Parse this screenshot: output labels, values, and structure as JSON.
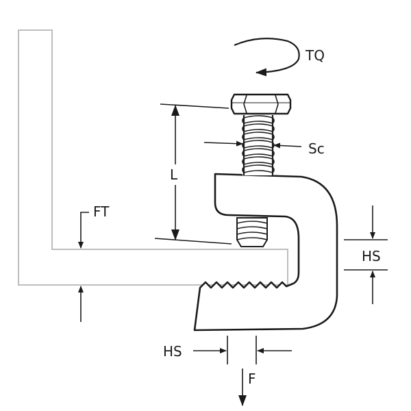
{
  "labels": {
    "torque": "TQ",
    "screw_size": "Sc",
    "length": "L",
    "flange_thickness": "FT",
    "hole_size_right": "HS",
    "hole_size_bottom": "HS",
    "force": "F"
  },
  "colors": {
    "line": "#1a1a1a",
    "angle_outline": "#bdbdbd",
    "background": "#ffffff"
  }
}
